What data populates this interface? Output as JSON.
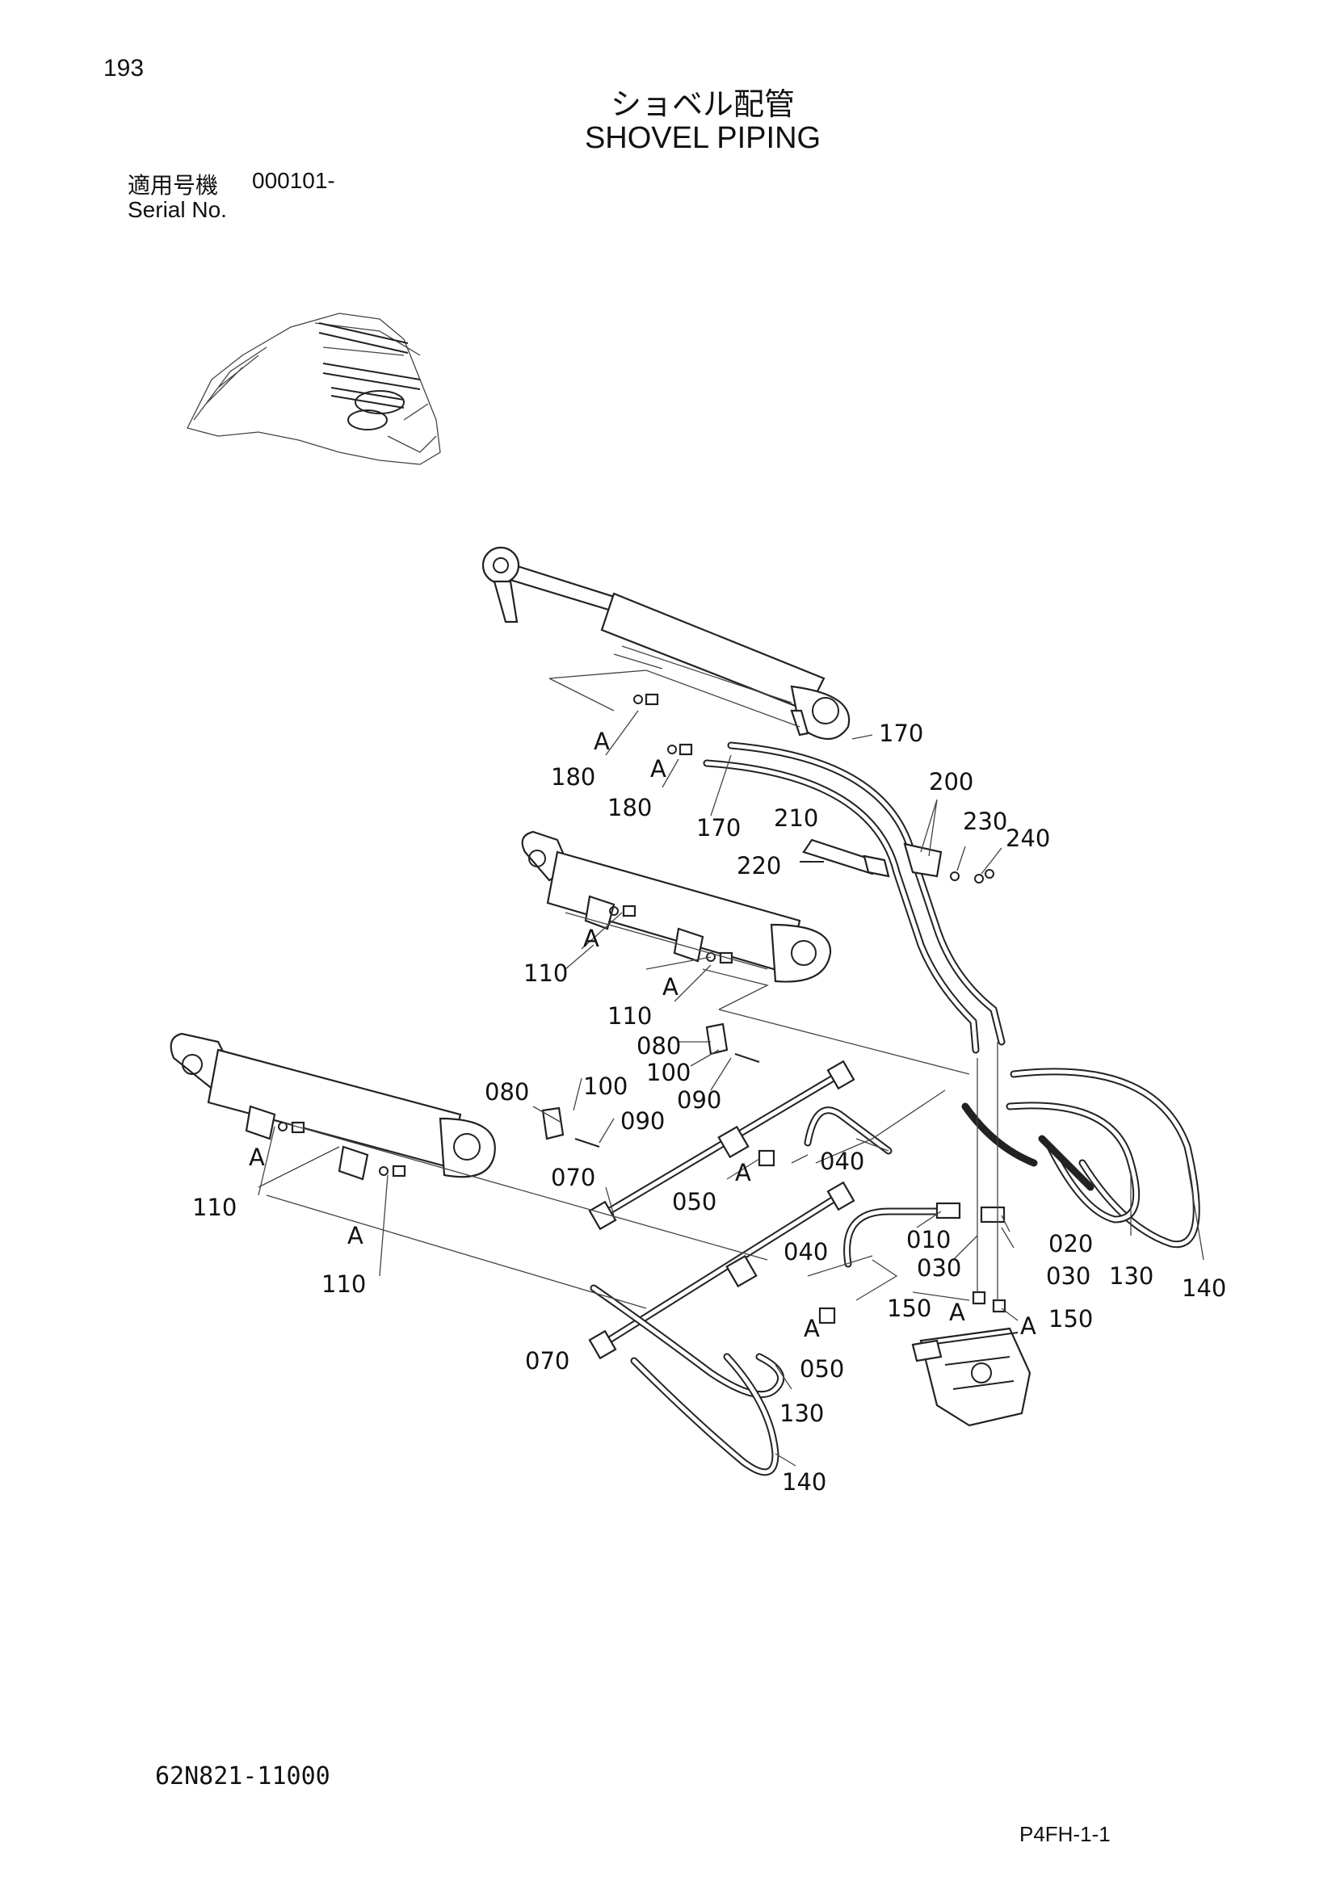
{
  "page": {
    "number": "193",
    "title_jp": "ショベル配管",
    "title_en": "SHOVEL PIPING",
    "serial_label_jp": "適用号機",
    "serial_value": "000101-",
    "serial_label_en": "Serial No.",
    "part_code": "62N821-11000",
    "page_ref": "P4FH-1-1"
  },
  "callouts": {
    "c170a": "170",
    "c170b": "170",
    "c180a": "180",
    "c180b": "180",
    "c200": "200",
    "c210": "210",
    "c220": "220",
    "c230": "230",
    "c240": "240",
    "c110a": "110",
    "c110b": "110",
    "c110c": "110",
    "c110d": "110",
    "c080a": "080",
    "c080b": "080",
    "c100a": "100",
    "c100b": "100",
    "c090a": "090",
    "c090b": "090",
    "c070a": "070",
    "c070b": "070",
    "c050a": "050",
    "c050b": "050",
    "c040a": "040",
    "c040b": "040",
    "c010": "010",
    "c020": "020",
    "c030a": "030",
    "c030b": "030",
    "c130a": "130",
    "c130b": "130",
    "c140a": "140",
    "c140b": "140",
    "c150a": "150",
    "c150b": "150"
  },
  "markers": {
    "a1": "A",
    "a2": "A",
    "a3": "A",
    "a4": "A",
    "a5": "A",
    "a6": "A",
    "a7": "A",
    "a8": "A",
    "a9": "A",
    "a10": "A"
  }
}
